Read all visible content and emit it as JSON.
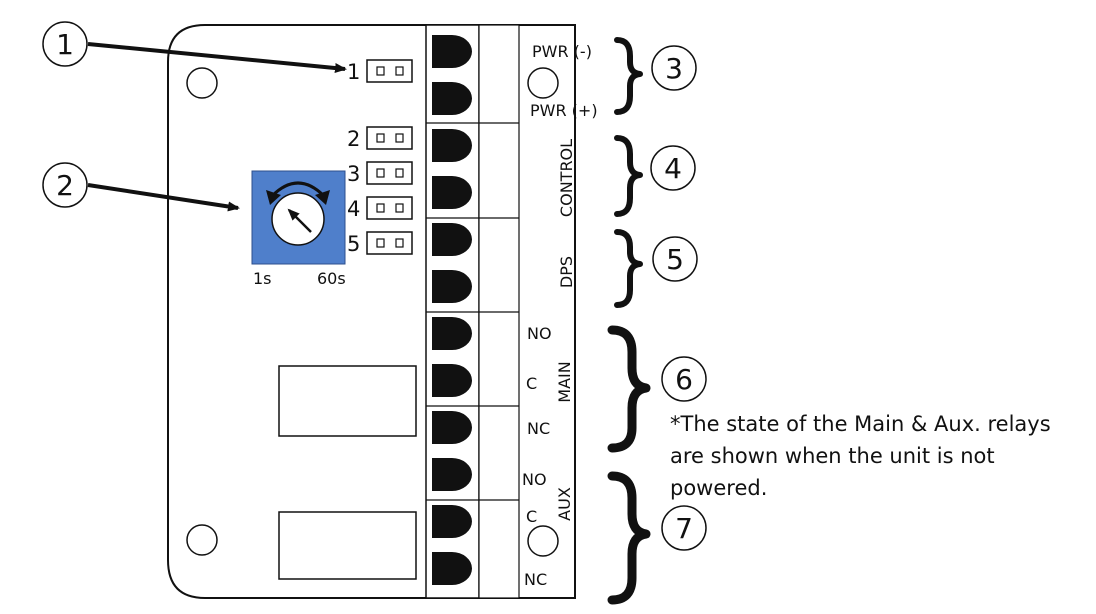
{
  "callouts": [
    "1",
    "2",
    "3",
    "4",
    "5",
    "6",
    "7"
  ],
  "jumpers": [
    "1",
    "2",
    "3",
    "4",
    "5"
  ],
  "timer": {
    "min_label": "1s",
    "max_label": "60s",
    "color": "#4f7fcb"
  },
  "terminals": {
    "pwr_neg": "PWR (-)",
    "pwr_pos": "PWR (+)",
    "control": "CONTROL",
    "dps": "DPS",
    "main": "MAIN",
    "aux": "AUX",
    "no": "NO",
    "c": "C",
    "nc": "NC"
  },
  "note": {
    "line1": "*The state of the Main & Aux. relays",
    "line2": "are shown when the unit is not",
    "line3": "powered."
  }
}
